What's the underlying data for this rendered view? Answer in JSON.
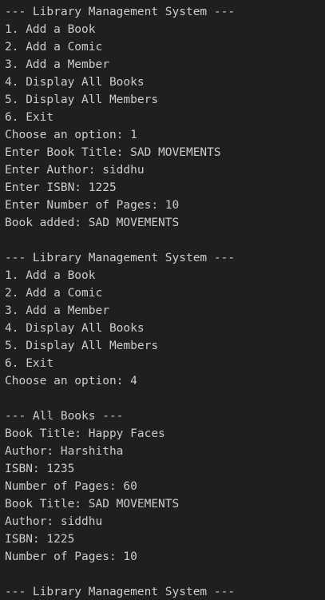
{
  "terminal": {
    "lines": [
      "--- Library Management System ---",
      "1. Add a Book",
      "2. Add a Comic",
      "3. Add a Member",
      "4. Display All Books",
      "5. Display All Members",
      "6. Exit",
      "Choose an option: 1",
      "Enter Book Title: SAD MOVEMENTS",
      "Enter Author: siddhu",
      "Enter ISBN: 1225",
      "Enter Number of Pages: 10",
      "Book added: SAD MOVEMENTS",
      "",
      "--- Library Management System ---",
      "1. Add a Book",
      "2. Add a Comic",
      "3. Add a Member",
      "4. Display All Books",
      "5. Display All Members",
      "6. Exit",
      "Choose an option: 4",
      "",
      "--- All Books ---",
      "Book Title: Happy Faces",
      "Author: Harshitha",
      "ISBN: 1235",
      "Number of Pages: 60",
      "Book Title: SAD MOVEMENTS",
      "Author: siddhu",
      "ISBN: 1225",
      "Number of Pages: 10",
      "",
      "--- Library Management System ---"
    ]
  },
  "colors": {
    "background": "#1f1f1f",
    "text": "#cccccc"
  }
}
